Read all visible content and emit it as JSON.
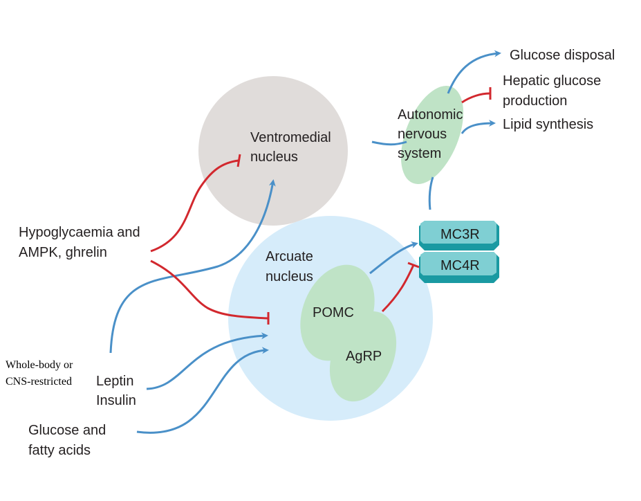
{
  "colors": {
    "ventromedial_fill": "#e0dcda",
    "arcuate_fill": "#d6ecfa",
    "neuron_fill": "#bfe3c6",
    "receptor_fill": "#7fcfd3",
    "receptor_edge": "#1a9aa2",
    "activation": "#4a90c8",
    "inhibition": "#d2282e",
    "text": "#231f20"
  },
  "nuclei": {
    "ventromedial": [
      "Ventromedial",
      "nucleus"
    ],
    "arcuate": [
      "Arcuate",
      "nucleus"
    ]
  },
  "neurons": {
    "pomc": "POMC",
    "agrp": "AgRP"
  },
  "autonomic": [
    "Autonomic",
    "nervous",
    "system"
  ],
  "receptors": {
    "mc3r": "MC3R",
    "mc4r": "MC4R"
  },
  "outputs": {
    "glucose_disposal": "Glucose disposal",
    "hepatic": [
      "Hepatic glucose",
      "production"
    ],
    "lipid": "Lipid synthesis"
  },
  "inputs": {
    "hypoglycaemia": [
      "Hypoglycaemia and",
      "AMPK, ghrelin"
    ],
    "leptin": "Leptin",
    "insulin": "Insulin",
    "whole_body": [
      "Whole-body or",
      "CNS-restricted"
    ],
    "glucose_fatty": [
      "Glucose and",
      "fatty acids"
    ]
  }
}
